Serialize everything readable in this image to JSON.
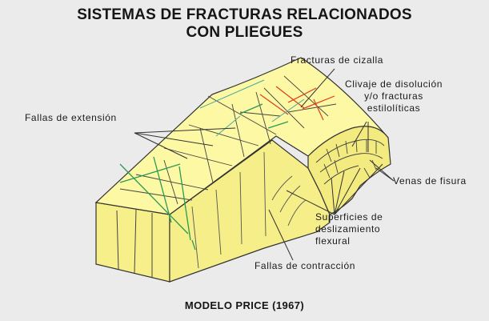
{
  "title": {
    "line1": "SISTEMAS DE FRACTURAS RELACIONADOS",
    "line2": "CON PLIEGUES"
  },
  "labels": {
    "shear_fractures": "Fracturas de cizalla",
    "dissolution_cleavage_l1": "Clivaje de disolución",
    "dissolution_cleavage_l2": "y/o fracturas",
    "dissolution_cleavage_l3": "estilolíticas",
    "extension_faults": "Fallas de extensión",
    "fissure_veins": "Venas de fisura",
    "flexural_slip_l1": "Superficies de",
    "flexural_slip_l2": "deslizamiento",
    "flexural_slip_l3": "flexural",
    "contraction_faults": "Fallas de contracción"
  },
  "caption": "MODELO PRICE (1967)",
  "colors": {
    "background": "#ebebeb",
    "block_top": "#fdf8a4",
    "block_side": "#f7ef8a",
    "outline": "#333333",
    "shear_red": "#e03a1c",
    "shear_green": "#2a9a55",
    "shear_teal": "#4aa8a0"
  }
}
